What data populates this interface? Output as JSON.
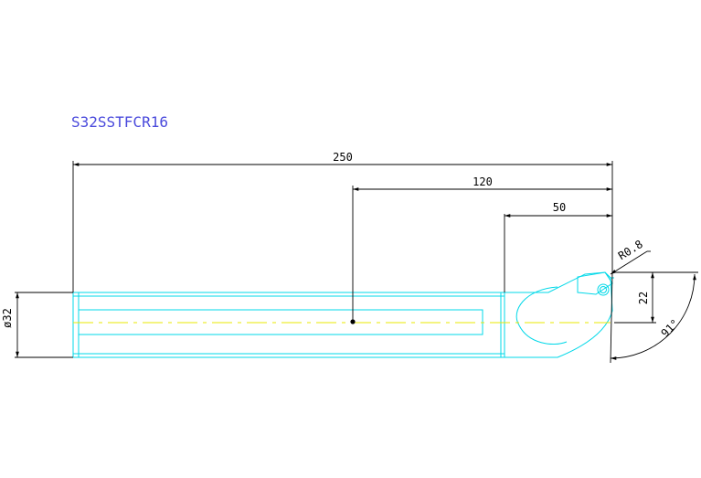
{
  "title": "S32SSTFCR16",
  "dimensions": {
    "overall_length": "250",
    "length_120": "120",
    "length_50": "50",
    "nose_radius": "R0.8",
    "offset": "22",
    "angle": "91°",
    "diameter": "ø32"
  },
  "colors": {
    "title": "#4a4adc",
    "outline": "#00d8e8",
    "centerline": "#e8e800",
    "dimension": "#000000"
  }
}
